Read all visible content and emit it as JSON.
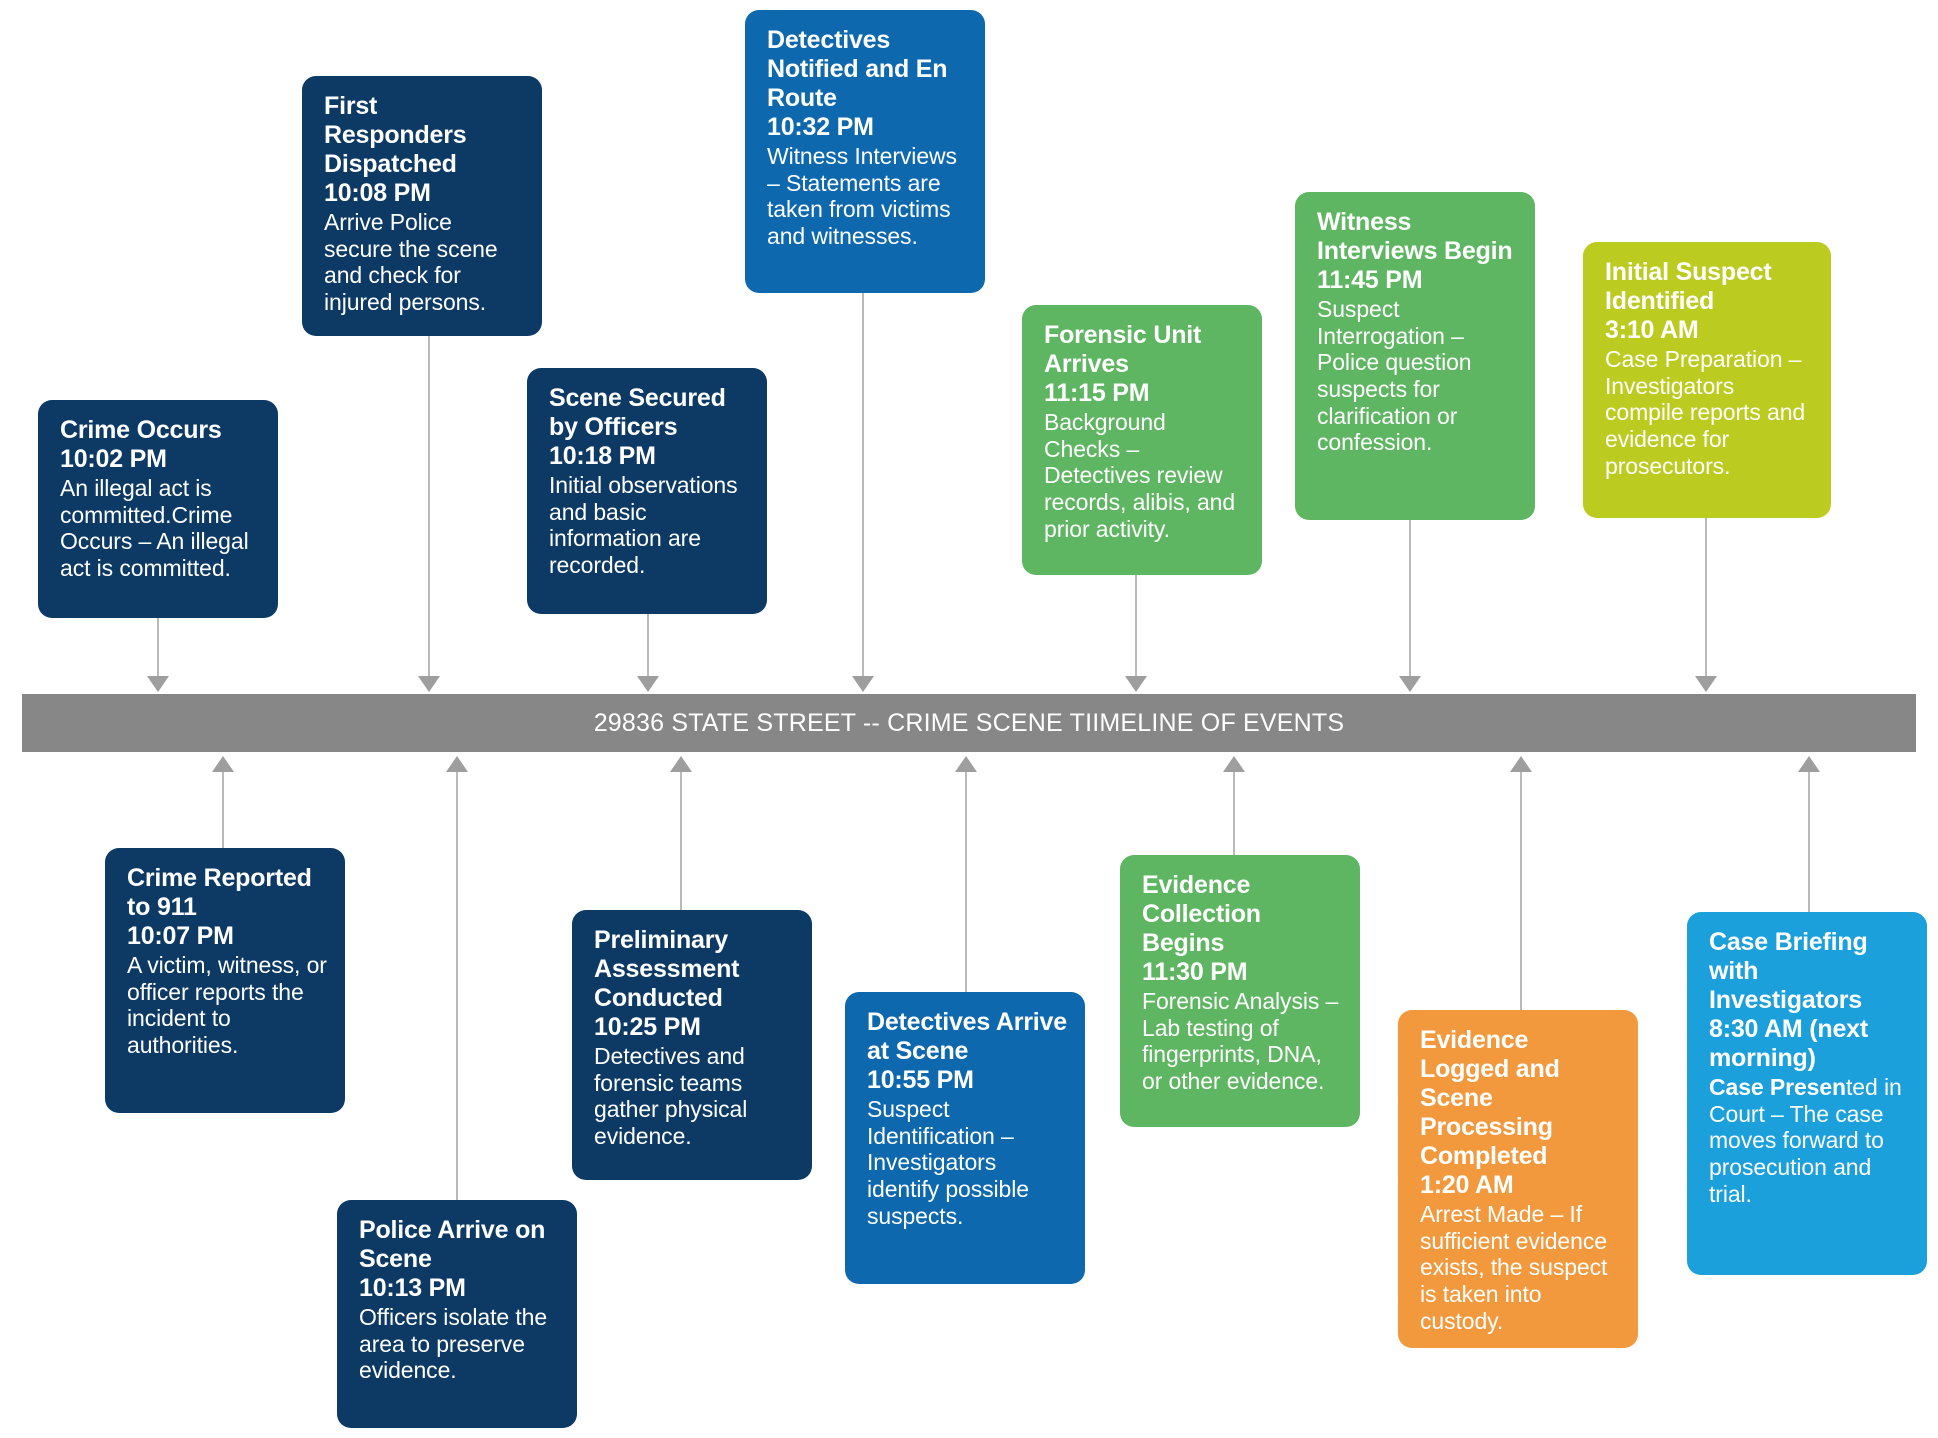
{
  "timeline": {
    "bar_label": "29836 STATE STREET -- CRIME SCENE TIIMELINE OF EVENTS",
    "bar_color": "#878787",
    "connector_color": "#b9b9b9"
  },
  "palette": {
    "navy": "#0C3A64",
    "blue": "#0E68AE",
    "green": "#5FB662",
    "olive": "#BCCB1F",
    "orange": "#F2993D",
    "cyan": "#1BA0DB",
    "gray": "#878787"
  },
  "events_above": [
    {
      "id": "crime-occurs",
      "title": "Crime Occurs",
      "time": "10:02 PM",
      "desc": "An illegal act is committed.Crime Occurs – An illegal act is committed.",
      "color": "#0C3A64"
    },
    {
      "id": "first-responders-dispatched",
      "title": "First Responders Dispatched",
      "time": "10:08 PM",
      "desc": "Arrive  Police secure the scene and check for injured persons.",
      "color": "#0C3A64"
    },
    {
      "id": "scene-secured-by-officers",
      "title": "Scene Secured by Officers",
      "time": "10:18 PM",
      "desc": "Initial observations and basic information are recorded.",
      "color": "#0C3A64"
    },
    {
      "id": "detectives-notified-en-route",
      "title": "Detectives Notified and En Route",
      "time": "10:32 PM",
      "desc": "Witness Interviews – Statements are taken from victims and witnesses.",
      "color": "#0E68AE"
    },
    {
      "id": "forensic-unit-arrives",
      "title": "Forensic Unit Arrives",
      "time": "11:15 PM",
      "desc": "Background Checks – Detectives review records, alibis, and prior activity.",
      "color": "#5FB662"
    },
    {
      "id": "witness-interviews-begin",
      "title": "Witness Interviews Begin",
      "time": "11:45 PM",
      "desc": "Suspect Interrogation – Police question suspects for clarification or confession.",
      "color": "#5FB662"
    },
    {
      "id": "initial-suspect-identified",
      "title": "Initial Suspect Identified",
      "time": "3:10 AM",
      "desc": "Case Preparation – Investigators compile reports and evidence for prosecutors.",
      "color": "#BCCB1F"
    }
  ],
  "events_below": [
    {
      "id": "crime-reported-to-911",
      "title": "Crime Reported to 911",
      "time": "10:07 PM",
      "desc": "A victim, witness, or officer reports the incident to authorities.",
      "color": "#0C3A64"
    },
    {
      "id": "police-arrive-on-scene",
      "title": "Police Arrive on Scene",
      "time": "10:13 PM",
      "desc": "Officers isolate the area to preserve evidence.",
      "color": "#0C3A64"
    },
    {
      "id": "preliminary-assessment-conducted",
      "title": "Preliminary Assessment Conducted",
      "time": "10:25 PM",
      "desc": "Detectives and forensic teams gather physical evidence.",
      "color": "#0C3A64"
    },
    {
      "id": "detectives-arrive-at-scene",
      "title": "Detectives Arrive at Scene",
      "time": "10:55 PM",
      "desc": "Suspect Identification – Investigators identify possible suspects.",
      "color": "#0E68AE"
    },
    {
      "id": "evidence-collection-begins",
      "title": "Evidence Collection Begins",
      "time": "11:30 PM",
      "desc": "Forensic Analysis – Lab testing of fingerprints, DNA, or other evidence.",
      "color": "#5FB662"
    },
    {
      "id": "evidence-logged-scene-processing-completed",
      "title": "Evidence Logged and Scene Processing Completed",
      "time": "1:20 AM",
      "desc": "Arrest Made – If sufficient evidence exists, the suspect is taken into custody.",
      "color": "#F2993D"
    },
    {
      "id": "case-briefing-with-investigators",
      "title": "Case Briefing with Investigators",
      "time": "8:30 AM (next morning)",
      "desc_bold": "Case Presen",
      "desc_rest": "ted in Court – The case moves forward to prosecution and trial.",
      "color": "#1BA0DB"
    }
  ]
}
